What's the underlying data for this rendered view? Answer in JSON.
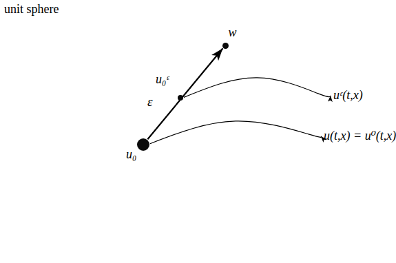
{
  "diagram": {
    "nodes": [
      {
        "text": [
          "unit sphere"
        ]
      },
      {
        "text": [
          "w"
        ],
        "in": 0
      },
      {
        "text": [
          "u₀ᵋ"
        ],
        "in": 0
      },
      {
        "text": [
          "u₀"
        ],
        "in": 0
      },
      {
        "text": [
          "uᵋ(t,x)"
        ]
      },
      {
        "text": [
          "u(t,x) = u⁰(t,x)"
        ]
      }
    ],
    "edges": [
      {
        "from": 3,
        "to": 1,
        "arrow": "to",
        "label": "ε"
      },
      {
        "from": 2,
        "to": 4,
        "arrow": "to"
      },
      {
        "from": 3,
        "to": 5,
        "arrow": "to"
      }
    ]
  }
}
